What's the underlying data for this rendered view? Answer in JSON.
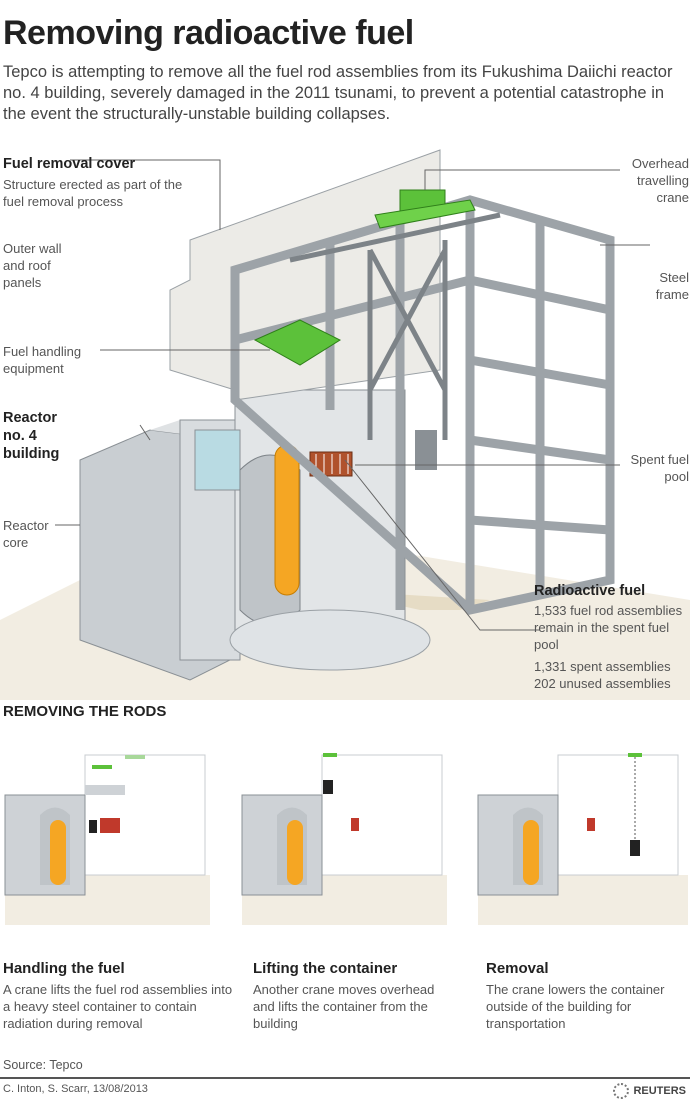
{
  "title": "Removing radioactive fuel",
  "subtitle": "Tepco is attempting to remove all the fuel rod assemblies from its Fukushima Daiichi reactor no. 4 building, severely damaged in the 2011 tsunami, to prevent a potential catastrophe in the event the structurally-unstable building collapses.",
  "labels": {
    "cover_title": "Fuel removal cover",
    "cover_desc": "Structure erected as part of the fuel removal process",
    "outer_wall": "Outer wall and roof panels",
    "fuel_handling": "Fuel handling equipment",
    "reactor_building": "Reactor no. 4 building",
    "reactor_core": "Reactor core",
    "crane": "Overhead travelling crane",
    "steel_frame": "Steel frame",
    "spent_pool": "Spent fuel pool",
    "fuel_title": "Radioactive fuel",
    "fuel_desc": "1,533 fuel rod assemblies remain in the spent fuel pool",
    "fuel_spent": "1,331 spent assemblies",
    "fuel_unused": "202 unused assemblies"
  },
  "section_title": "REMOVING THE RODS",
  "steps": [
    {
      "title": "Handling the fuel",
      "desc": "A crane lifts the fuel rod assemblies into a heavy steel container to contain radiation during removal"
    },
    {
      "title": "Lifting the container",
      "desc": "Another crane moves overhead and lifts the container from the building"
    },
    {
      "title": "Removal",
      "desc": "The crane lowers the container outside of the building for transportation"
    }
  ],
  "source": "Source: Tepco",
  "credit": "C. Inton, S. Scarr, 13/08/2013",
  "logo": "REUTERS",
  "colors": {
    "green": "#5cc13a",
    "orange": "#f5a623",
    "grey": "#cfd3d6",
    "water": "#b9dbe3"
  }
}
